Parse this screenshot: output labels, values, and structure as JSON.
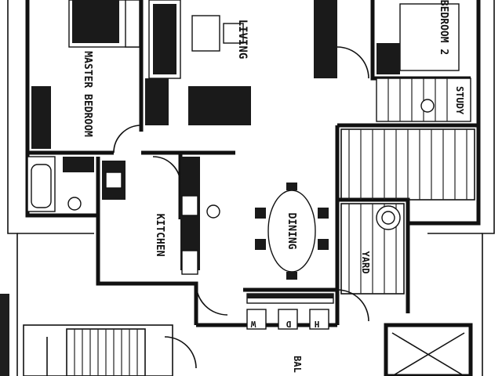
{
  "rooms": {
    "master_bedroom": "MASTER BEDROOM",
    "living": "LIVING",
    "bedroom_2": "BEDROOM 2",
    "study": "STUDY",
    "kitchen": "KITCHEN",
    "dining": "DINING",
    "yard": "YARD",
    "balcony": "BAL",
    "appliance_w": "W",
    "appliance_d": "D",
    "appliance_h": "H"
  },
  "colors": {
    "ink": "#111111",
    "paper": "#ffffff"
  }
}
